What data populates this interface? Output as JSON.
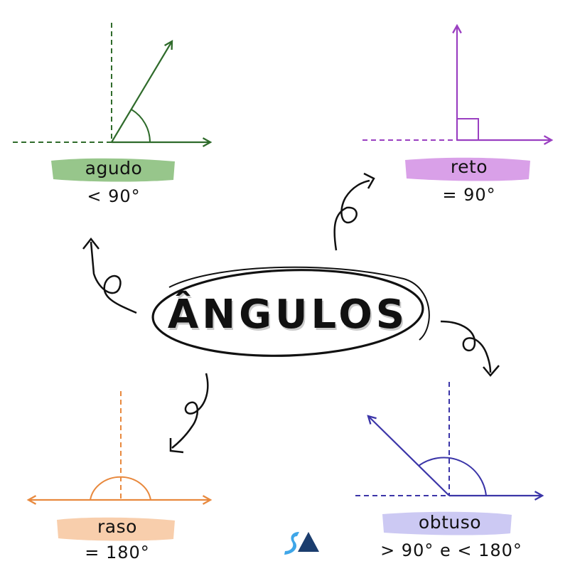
{
  "title": "ÂNGULOS",
  "angles": [
    {
      "name": "agudo",
      "value": "< 90°",
      "color": "#2f6b2b",
      "highlight": "#8cc07e"
    },
    {
      "name": "reto",
      "value": "= 90°",
      "color": "#9a3fc1",
      "highlight": "#d596e6"
    },
    {
      "name": "raso",
      "value": "= 180°",
      "color": "#e8893e",
      "highlight": "#f7c9a3"
    },
    {
      "name": "obtuso",
      "value": "> 90° e < 180°",
      "color": "#3b35a8",
      "highlight": "#c6c3f2"
    }
  ],
  "logo": {
    "icon": "sa-logo-icon",
    "colors": [
      "#3fa6e8",
      "#1b3d6e"
    ]
  }
}
